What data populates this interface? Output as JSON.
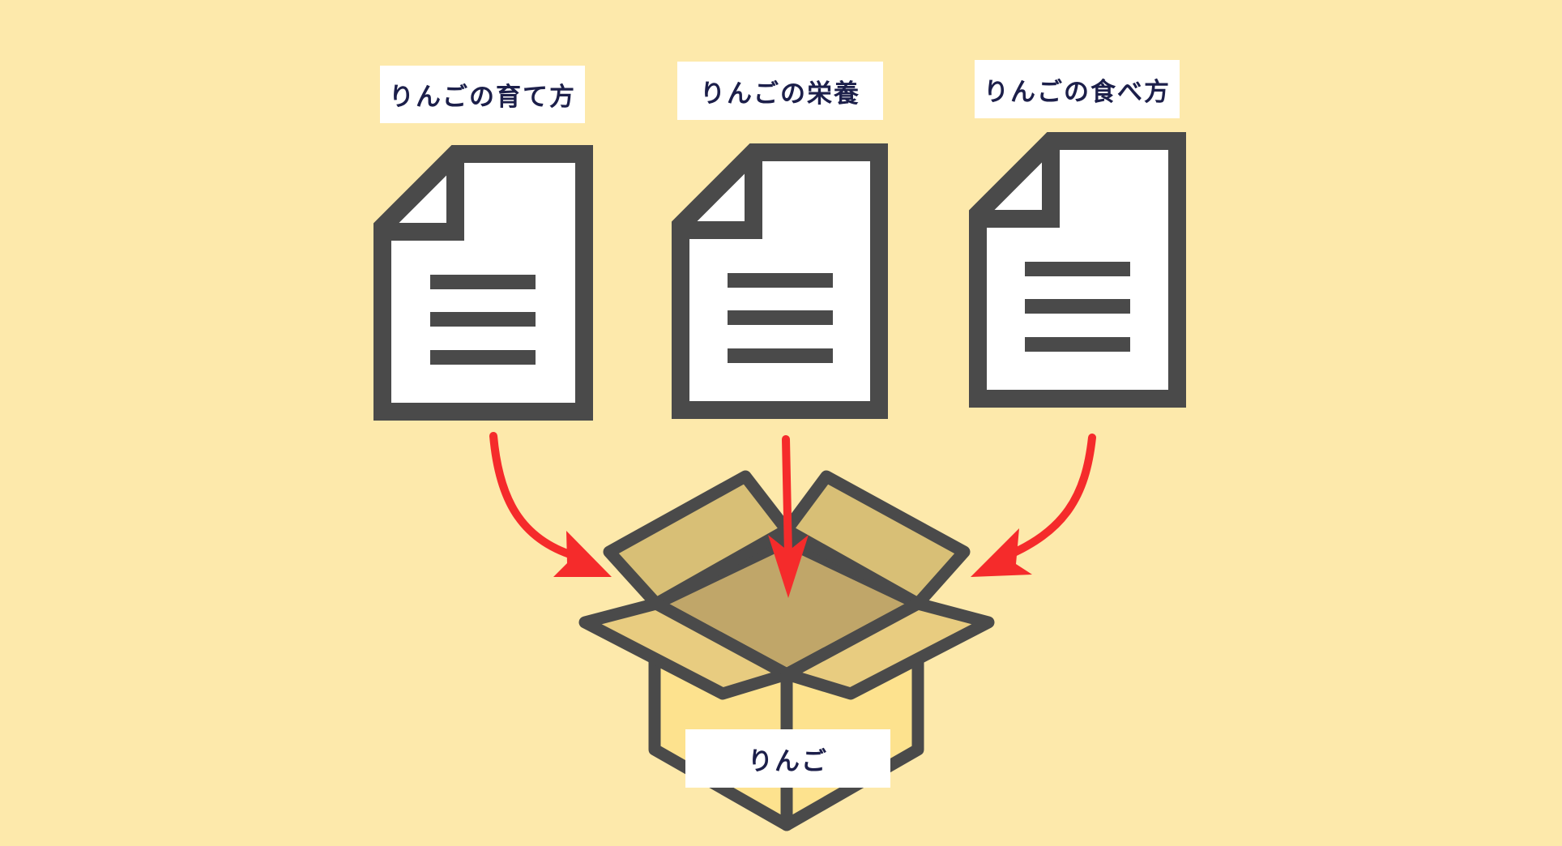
{
  "documents": [
    {
      "label": "りんごの育て方"
    },
    {
      "label": "りんごの栄養"
    },
    {
      "label": "りんごの食べ方"
    }
  ],
  "box": {
    "label": "りんご"
  },
  "icons": {
    "document": "document-icon",
    "box": "open-box-icon",
    "arrow": "curved-arrow-icon"
  },
  "colors": {
    "background": "#fde9ab",
    "outline": "#4a4a4a",
    "paper": "#ffffff",
    "arrow": "#f52b2b",
    "box_front": "#fde28e",
    "box_flap": "#d8bf76",
    "box_inner": "#c0a669",
    "box_front_flap": "#e8cc80",
    "label_text": "#1c1f4a"
  }
}
